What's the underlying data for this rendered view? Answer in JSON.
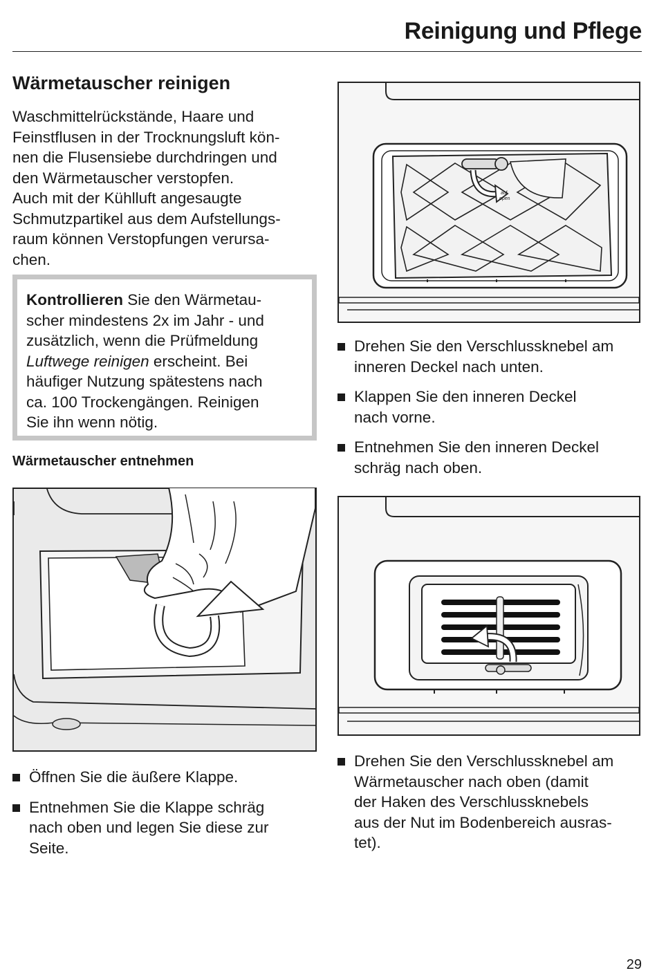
{
  "header": {
    "title": "Reinigung und Pflege"
  },
  "section": {
    "heading": "Wärmetauscher reinigen",
    "intro_lines": [
      "Waschmittelrückstände, Haare und",
      "Feinstflusen in der Trocknungsluft kön-",
      "nen die Flusensiebe durchdringen und",
      "den Wärmetauscher verstopfen.",
      "Auch mit der Kühlluft angesaugte",
      "Schmutzpartikel aus dem Aufstellungs-",
      "raum können Verstopfungen verursa-",
      "chen."
    ]
  },
  "notice": {
    "bold_lead": "Kontrollieren",
    "line1_rest": " Sie den Wärmetau-",
    "line2": "scher mindestens 2x im Jahr - und",
    "line3": "zusätzlich, wenn die Prüfmeldung",
    "italic_message": "Luftwege reinigen",
    "line4_rest": " erscheint. Bei",
    "line5": "häufiger Nutzung spätestens nach",
    "line6": "ca. 100 Trockengängen. Reinigen",
    "line7": "Sie ihn wenn nötig."
  },
  "subheading": "Wärmetauscher entnehmen",
  "figure1": {
    "label_line1": "auf",
    "label_line2": "open"
  },
  "steps_right_top": [
    {
      "line1": "Drehen Sie den Verschlussknebel am",
      "line2": "inneren Deckel nach unten."
    },
    {
      "line1": "Klappen Sie den inneren Deckel",
      "line2": "nach vorne."
    },
    {
      "line1": "Entnehmen Sie den inneren Deckel",
      "line2": "schräg nach oben."
    }
  ],
  "steps_left": [
    {
      "line1": "Öffnen Sie die äußere Klappe."
    },
    {
      "line1": "Entnehmen Sie die Klappe schräg",
      "line2": "nach oben und legen Sie diese zur",
      "line3": "Seite."
    }
  ],
  "steps_right_bottom": [
    {
      "line1": "Drehen Sie den Verschlussknebel am",
      "line2": "Wärmetauscher nach oben (damit",
      "line3": "der Haken des Verschlussknebels",
      "line4": "aus der Nut im Bodenbereich ausras-",
      "line5": "tet)."
    }
  ],
  "page_number": "29"
}
